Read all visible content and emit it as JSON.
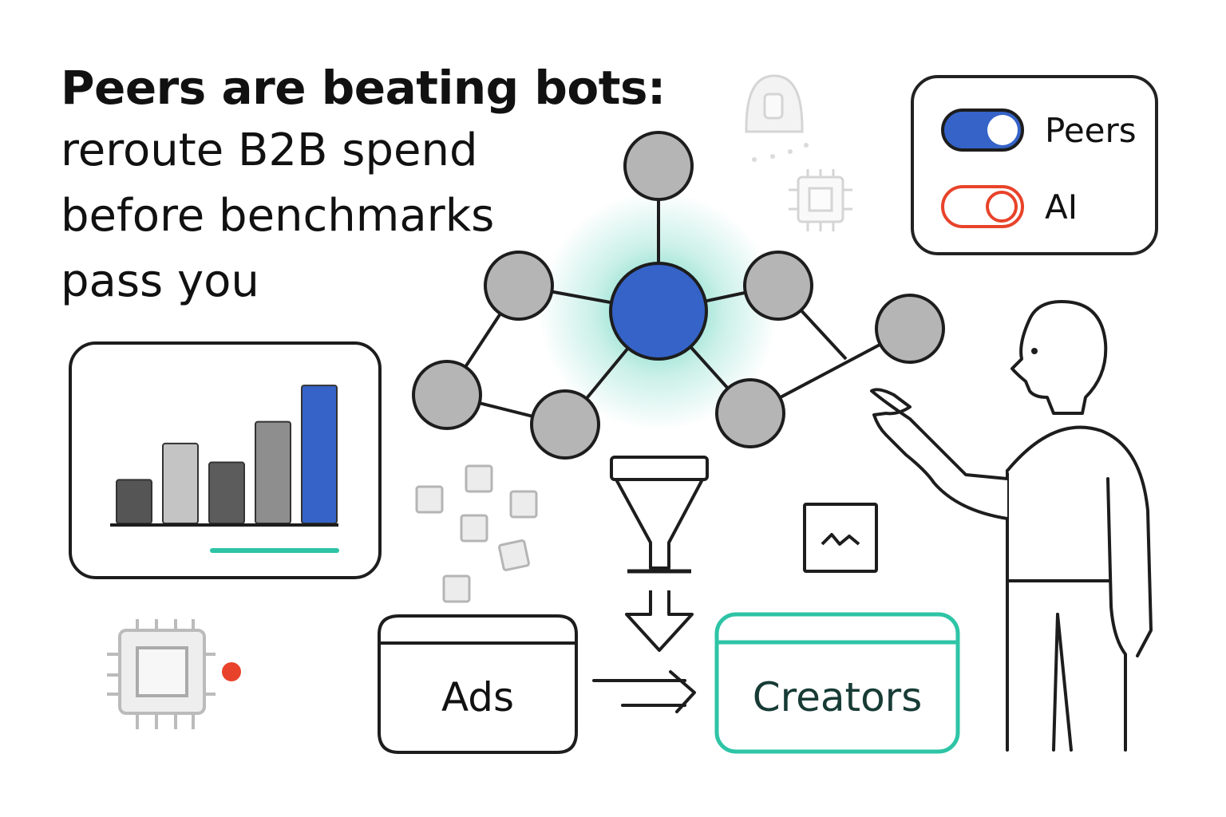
{
  "headline": {
    "bold": "Peers are beating bots:",
    "lines": [
      "reroute B2B spend",
      "before benchmarks",
      "pass you"
    ]
  },
  "legend": {
    "peers_label": "Peers",
    "peers_state": "on",
    "ai_label": "AI",
    "ai_state": "off"
  },
  "flow": {
    "source_label": "Ads",
    "target_label": "Creators"
  },
  "chart_data": {
    "type": "bar",
    "categories": [
      "",
      "",
      "",
      "",
      ""
    ],
    "values": [
      30,
      55,
      42,
      70,
      95
    ],
    "ylim": [
      0,
      100
    ],
    "highlight_index": 4
  },
  "colors": {
    "ink": "#1d1d1d",
    "accent_blue": "#3563c8",
    "accent_teal": "#2ec4a6",
    "accent_red": "#e8432a",
    "node_gray": "#b5b5b5"
  },
  "icons": [
    "chip-icon",
    "robot-icon",
    "funnel-icon",
    "person-icon",
    "trend-icon",
    "cube-icon"
  ]
}
